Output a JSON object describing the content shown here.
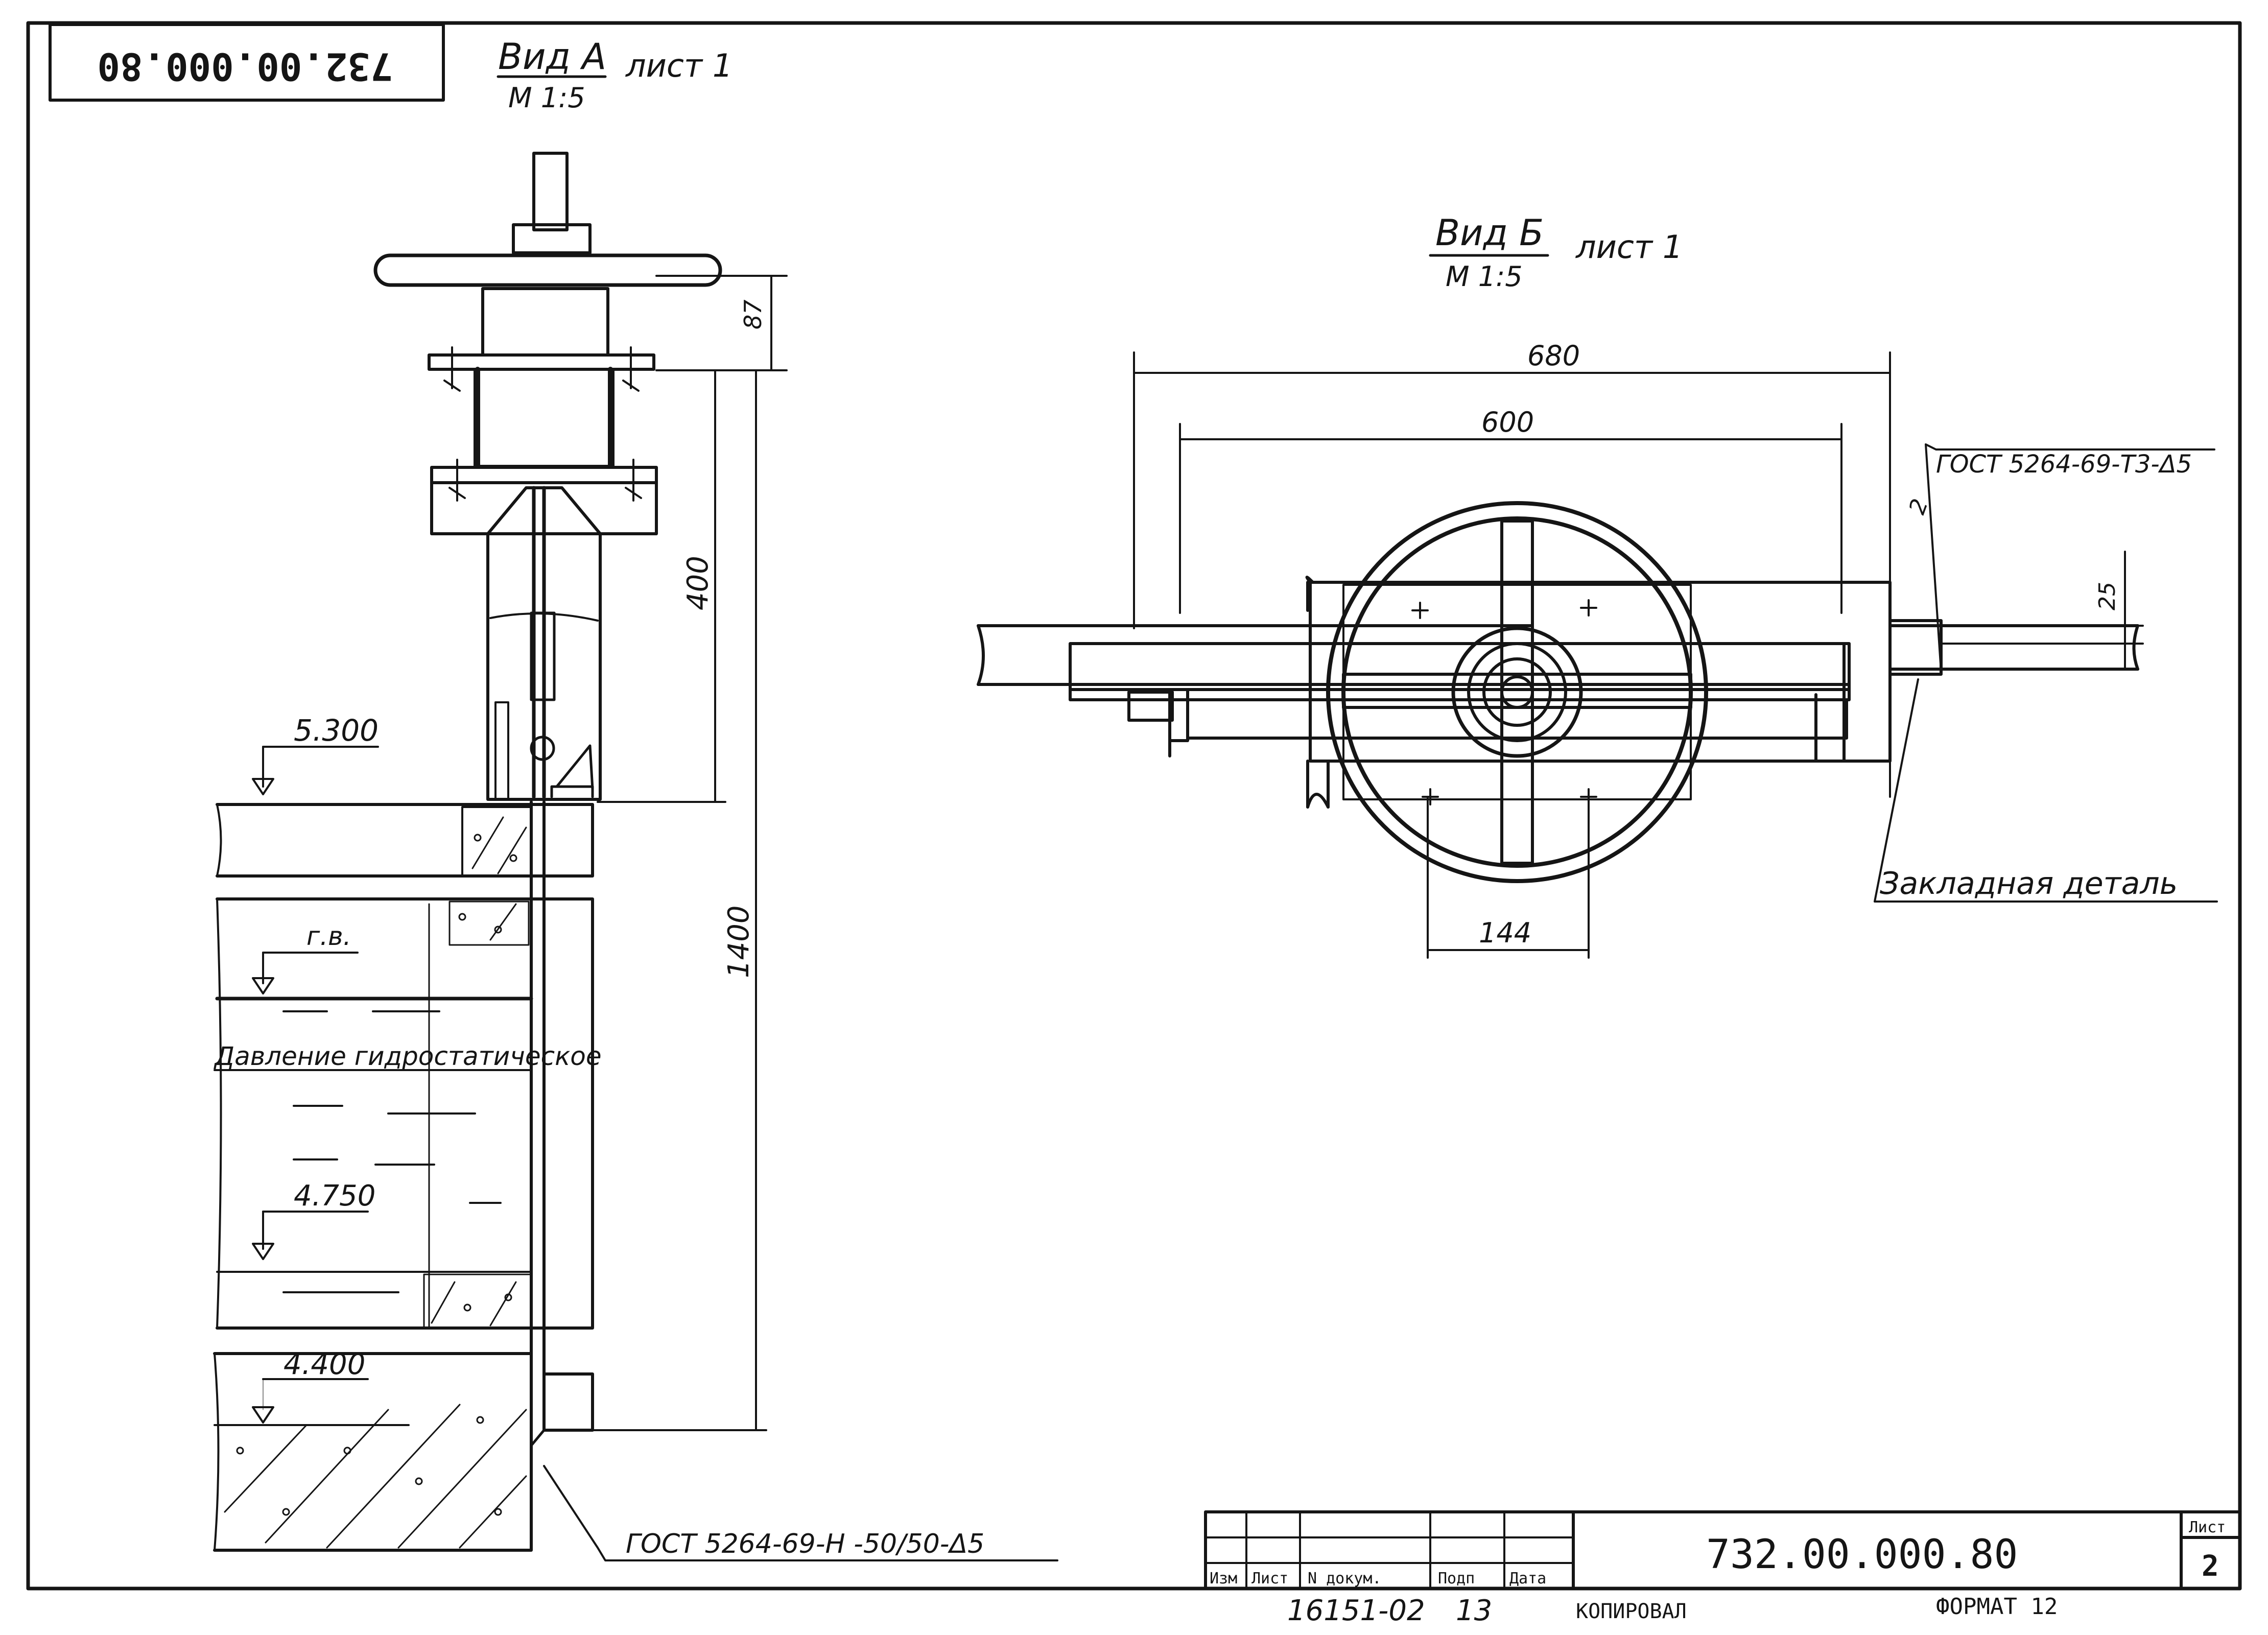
{
  "document": {
    "code_stamp_rotated": "732.00.000.80",
    "sheet_format": "ФОРМАТ 12"
  },
  "view_a": {
    "title": "Вид А",
    "scale": "М 1:5",
    "sheet_ref": "лист 1",
    "dim_87": "87",
    "dim_400": "400",
    "dim_1400": "1400",
    "level_5300": "5.300",
    "level_gv": "г.в.",
    "level_4750": "4.750",
    "level_4400": "4.400",
    "pressure_label": "Давление гидростатическое",
    "weld_note": "ГОСТ 5264-69-Н -50/50-Δ5"
  },
  "view_b": {
    "title": "Вид Б",
    "scale": "М 1:5",
    "sheet_ref": "лист 1",
    "dim_680": "680",
    "dim_600": "600",
    "dim_144": "144",
    "dim_25": "25",
    "dim_2": "2",
    "weld_note": "ГОСТ 5264-69-Т3-Δ5",
    "embedded_label": "Закладная деталь"
  },
  "title_block": {
    "doc_number": "732.00.000.80",
    "sheet_header": "Лист",
    "sheet_number": "2",
    "col_change": "Изм",
    "col_sheet": "Лист",
    "col_doc": "N докум.",
    "col_sign": "Подп",
    "col_date": "Дата",
    "inventory": "16151-02",
    "inventory_sheet": "13",
    "copied": "КОПИРОВАЛ"
  }
}
